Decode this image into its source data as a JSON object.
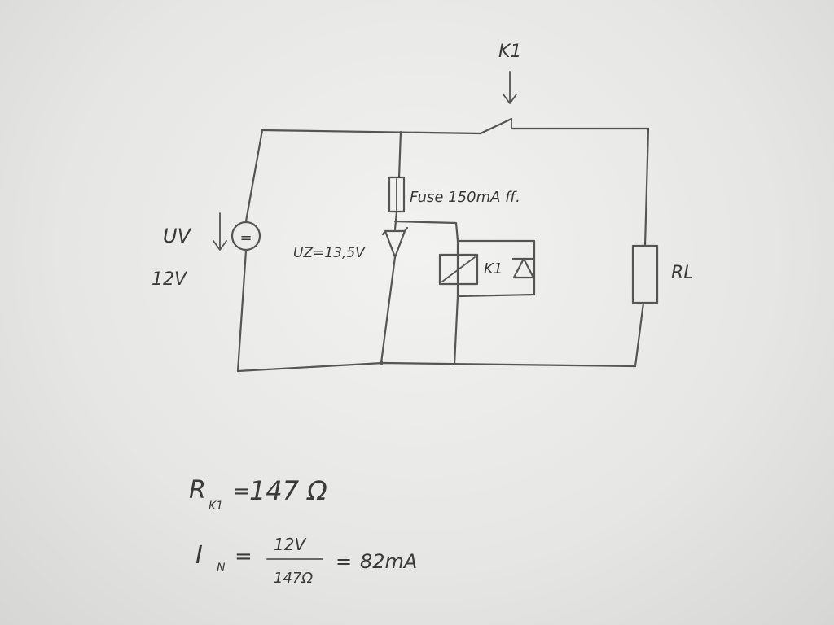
{
  "circuit": {
    "switch_label": "K1",
    "source_label": "UV",
    "source_voltage": "12V",
    "source_symbol": "=",
    "fuse_label": "Fuse 150mA ff.",
    "zener_label": "UZ=13,5V",
    "relay_label": "K1",
    "load_label": "RL"
  },
  "calc": {
    "r_symbol": "R",
    "r_sub": "K1",
    "r_equals": "=",
    "r_value": "147 Ω",
    "i_symbol": "I",
    "i_sub": "N",
    "i_equals": "=",
    "i_num": "12V",
    "i_den": "147Ω",
    "i_equals2": "=",
    "i_result": "82mA"
  }
}
